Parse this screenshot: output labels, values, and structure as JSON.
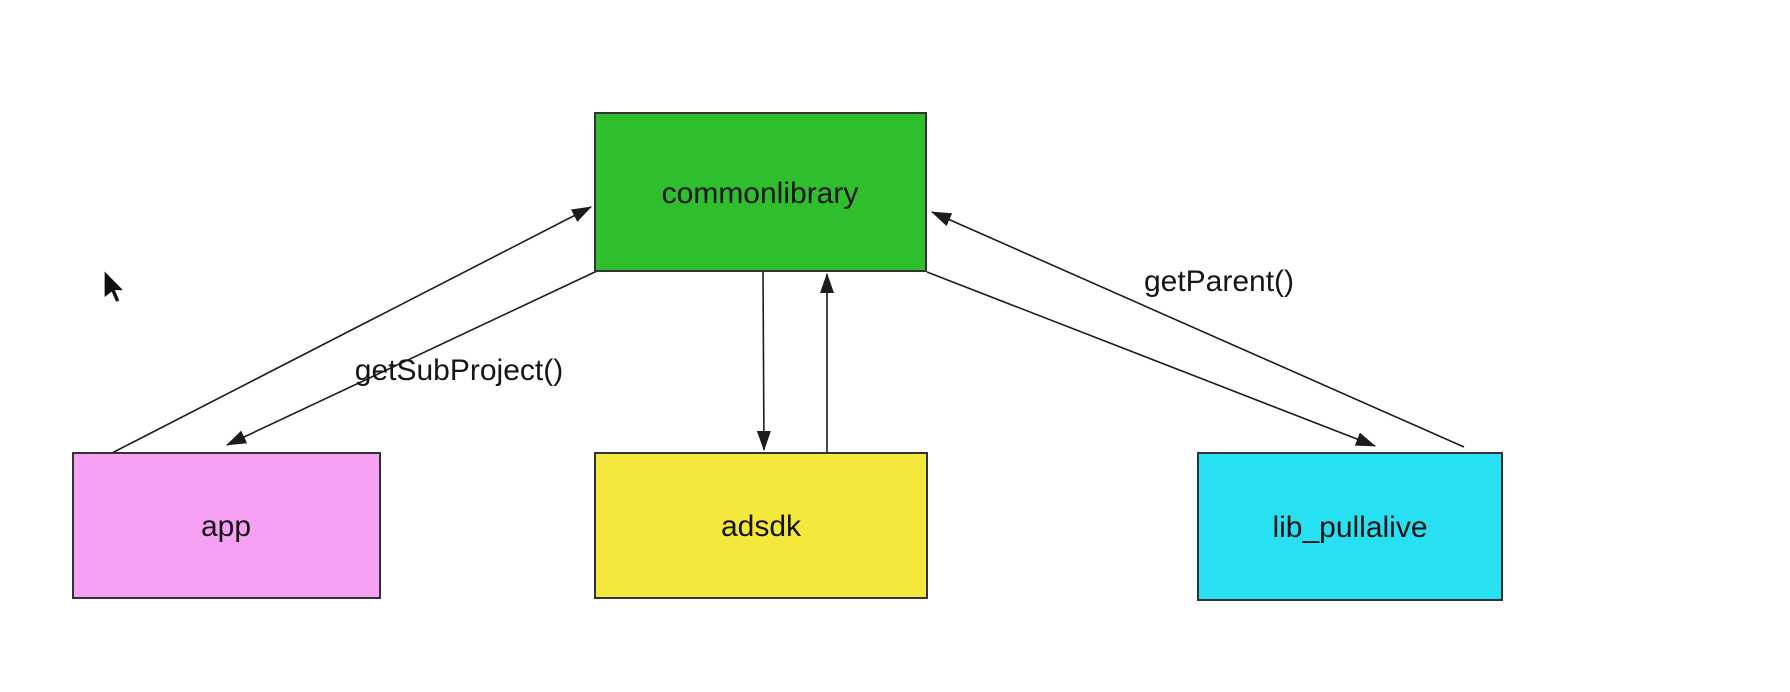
{
  "diagram": {
    "background_color": "#ffffff",
    "line_color": "#1c1c1c",
    "text_color": "#131313",
    "nodes": [
      {
        "id": "commonlibrary",
        "label": "commonlibrary",
        "color": "#2ebe2e",
        "border_color": "#333333"
      },
      {
        "id": "app",
        "label": "app",
        "color": "#f6a0f4",
        "border_color": "#333333"
      },
      {
        "id": "adsdk",
        "label": "adsdk",
        "color": "#f5e83c",
        "border_color": "#333333"
      },
      {
        "id": "lib_pullalive",
        "label": "lib_pullalive",
        "color": "#27e0f2",
        "border_color": "#333333"
      }
    ],
    "edges": [
      {
        "from": "app",
        "to": "commonlibrary",
        "label": ""
      },
      {
        "from": "commonlibrary",
        "to": "app",
        "label": "getSubProject()"
      },
      {
        "from": "commonlibrary",
        "to": "adsdk",
        "label": ""
      },
      {
        "from": "adsdk",
        "to": "commonlibrary",
        "label": ""
      },
      {
        "from": "commonlibrary",
        "to": "lib_pullalive",
        "label": ""
      },
      {
        "from": "lib_pullalive",
        "to": "commonlibrary",
        "label": "getParent()"
      }
    ]
  },
  "cursor": {
    "visible": "true"
  }
}
